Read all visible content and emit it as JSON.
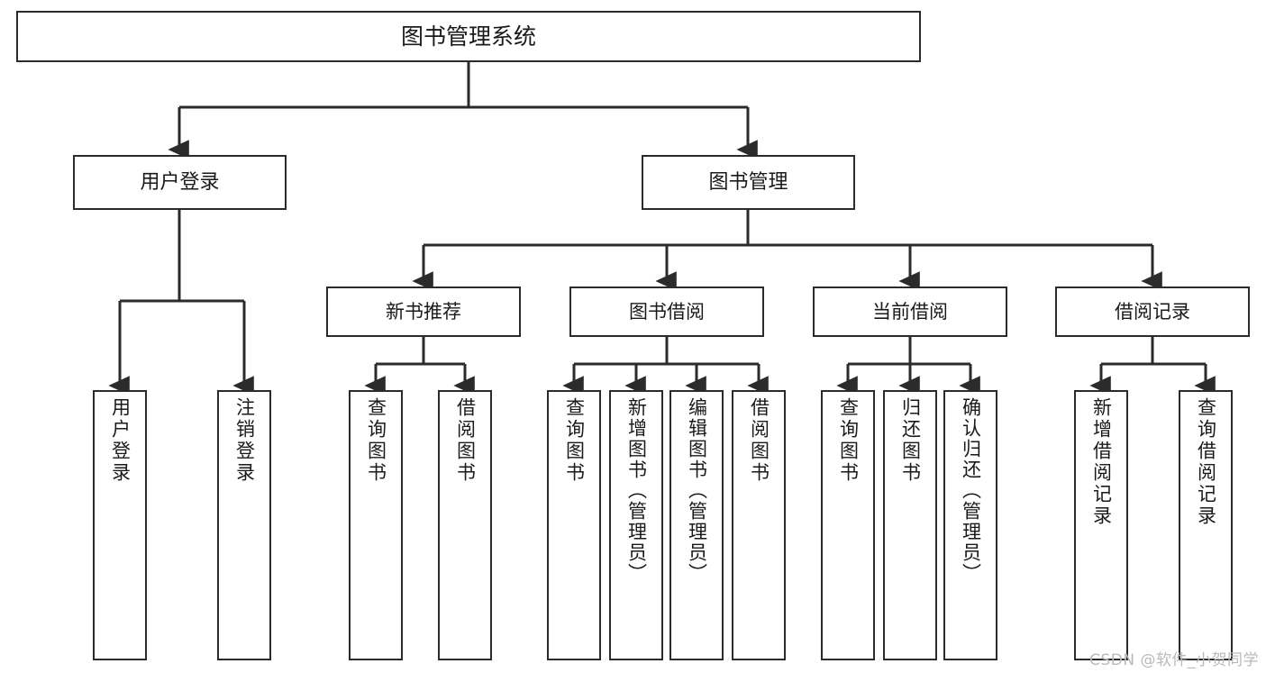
{
  "diagram": {
    "title": "图书管理系统",
    "watermark": "CSDN @软件_小贺同学",
    "colors": {
      "box_border": "#2b2b2b",
      "box_fill": "#ffffff",
      "edge": "#2b2b2b",
      "text": "#1a1a1a",
      "watermark": "#b9b9b9",
      "background": "#ffffff"
    },
    "root": {
      "label": "图书管理系统"
    },
    "level2": [
      {
        "label": "用户登录"
      },
      {
        "label": "图书管理"
      }
    ],
    "level3": [
      {
        "label": "新书推荐"
      },
      {
        "label": "图书借阅"
      },
      {
        "label": "当前借阅"
      },
      {
        "label": "借阅记录"
      }
    ],
    "leaves": {
      "user_login": [
        {
          "label": "用户登录"
        },
        {
          "label": "注销登录"
        }
      ],
      "new_book_recommend": [
        {
          "label": "查询图书"
        },
        {
          "label": "借阅图书"
        }
      ],
      "book_borrow": [
        {
          "label": "查询图书"
        },
        {
          "label": "新增图书（管理员）"
        },
        {
          "label": "编辑图书（管理员）"
        },
        {
          "label": "借阅图书"
        }
      ],
      "current_borrow": [
        {
          "label": "查询图书"
        },
        {
          "label": "归还图书"
        },
        {
          "label": "确认归还（管理员）"
        }
      ],
      "borrow_record": [
        {
          "label": "新增借阅记录"
        },
        {
          "label": "查询借阅记录"
        }
      ]
    }
  }
}
